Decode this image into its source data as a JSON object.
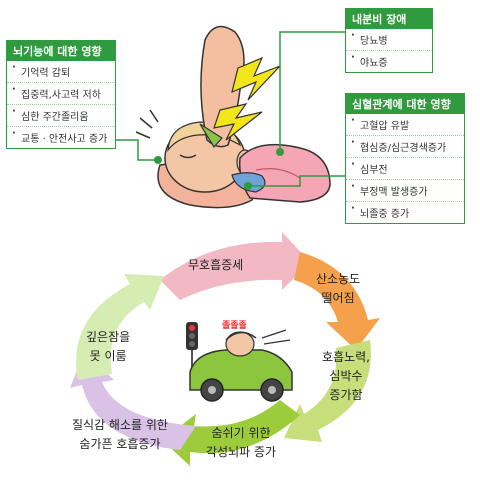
{
  "boxes": {
    "brain": {
      "title": "뇌기능에 대한 영향",
      "items": [
        "기억력 감퇴",
        "집중력,사고력 저하",
        "심한 주간졸리움",
        "교통 · 안전사고 증가"
      ]
    },
    "endocrine": {
      "title": "내분비 장애",
      "items": [
        "당뇨병",
        "야뇨증"
      ]
    },
    "cardio": {
      "title": "심혈관계에 대한 영향",
      "items": [
        "고혈압 유발",
        "협심증/심근경색증가",
        "심부전",
        "부정맥 발생증가",
        "뇌졸중 증가"
      ]
    }
  },
  "cycle": {
    "steps": [
      {
        "lines": [
          "무호흡증세"
        ]
      },
      {
        "lines": [
          "산소농도",
          "떨어짐"
        ]
      },
      {
        "lines": [
          "호흡노력,",
          "심박수",
          "증가함"
        ]
      },
      {
        "lines": [
          "숨쉬기 위한",
          "각성뇌파 증가"
        ]
      },
      {
        "lines": [
          "질식감 해소를 위한",
          "숨가픈 호흡증가"
        ]
      },
      {
        "lines": [
          "깊은잠을",
          "못 이룸"
        ]
      }
    ],
    "car_sign": "졸졸졸"
  },
  "colors": {
    "green": "#2f9a3e",
    "pink": "#f2b8c4",
    "orange": "#f5a04a",
    "pale_green": "#c6df7a",
    "lime": "#9ccc3c",
    "lilac": "#d9c2e6",
    "light_green": "#d5ecb2"
  }
}
